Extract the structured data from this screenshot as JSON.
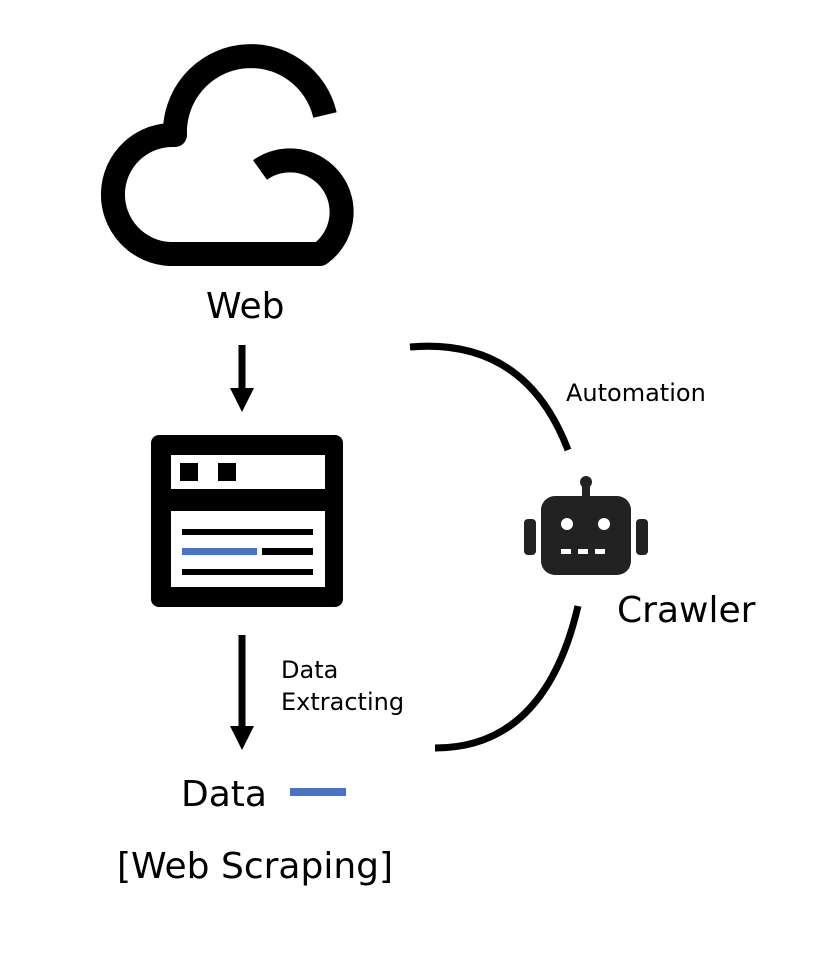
{
  "nodes": {
    "web": {
      "label": "Web",
      "icon": "cloud-icon"
    },
    "page": {
      "icon": "web-page-icon"
    },
    "crawler": {
      "label": "Crawler",
      "icon": "robot-icon"
    },
    "data": {
      "label": "Data"
    }
  },
  "edges": {
    "automation": {
      "label": "Automation"
    },
    "extracting": {
      "line1": "Data",
      "line2": "Extracting"
    }
  },
  "caption": "[Web Scraping]",
  "colors": {
    "ink": "#000000",
    "accent": "#4a72c4",
    "robot_body": "#222222",
    "background": "#ffffff"
  }
}
